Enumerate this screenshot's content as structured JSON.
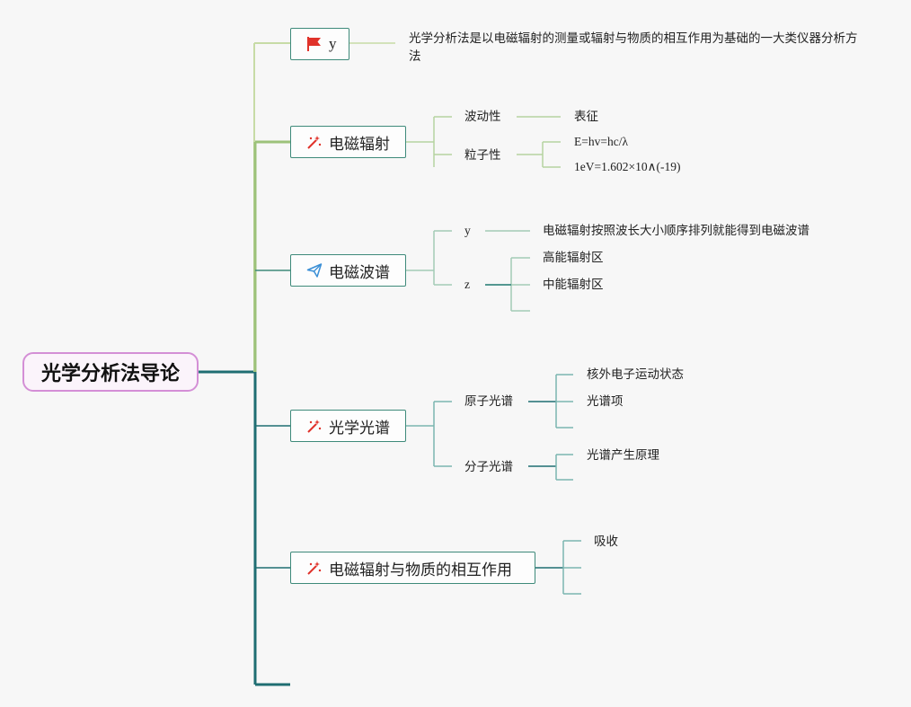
{
  "root": {
    "label": "光学分析法导论"
  },
  "topics": {
    "y": {
      "label": "y",
      "icon": "red-flag-icon",
      "note": "光学分析法是以电磁辐射的测量或辐射与物质的相互作用为基础的一大类仪器分析方法"
    },
    "emr": {
      "label": "电磁辐射",
      "icon": "sparkle-wand-icon",
      "children": [
        {
          "label": "波动性",
          "children": [
            "表征"
          ]
        },
        {
          "label": "粒子性",
          "children": [
            "E=hv=hc/λ",
            "1eV=1.602×10∧(-19)"
          ]
        }
      ]
    },
    "spectrum": {
      "label": "电磁波谱",
      "icon": "paper-plane-icon",
      "children": [
        {
          "label": "y",
          "children": [
            "电磁辐射按照波长大小顺序排列就能得到电磁波谱"
          ]
        },
        {
          "label": "z",
          "children": [
            "高能辐射区",
            "中能辐射区",
            ""
          ]
        }
      ]
    },
    "optical": {
      "label": "光学光谱",
      "icon": "sparkle-wand-icon",
      "children": [
        {
          "label": "原子光谱",
          "children": [
            "核外电子运动状态",
            "光谱项",
            ""
          ]
        },
        {
          "label": "分子光谱",
          "children": [
            "光谱产生原理",
            ""
          ]
        }
      ]
    },
    "interaction": {
      "label": "电磁辐射与物质的相互作用",
      "icon": "sparkle-wand-icon",
      "children": [
        "吸收",
        "",
        ""
      ]
    }
  },
  "colors": {
    "branch_light": "#c7dba6",
    "branch_mid": "#9cc27a",
    "branch_teal": "#1f6e72",
    "subline_green": "#b5d4a0",
    "subline_teal": "#7bb5b0",
    "node_border": "#3e8a7a",
    "root_border": "#d48fd6",
    "flag": "#e0322a",
    "wand": "#e0322a",
    "plane": "#3a8fd6"
  }
}
